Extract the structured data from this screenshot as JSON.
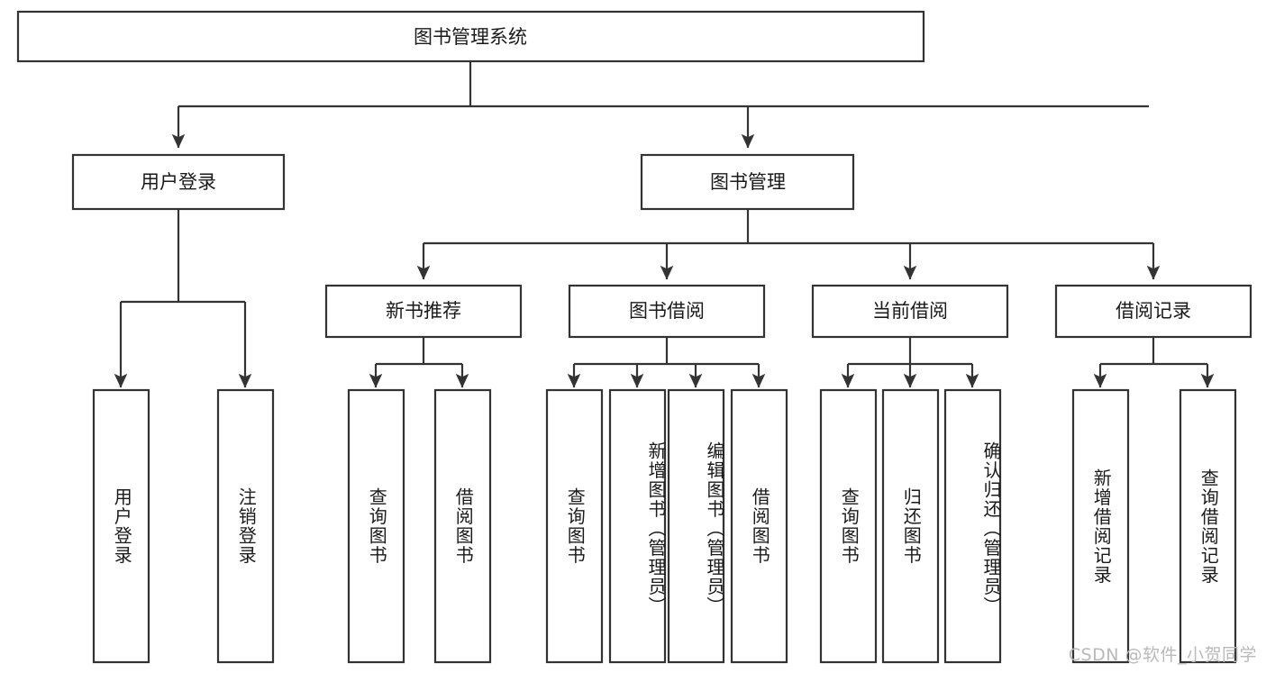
{
  "diagram": {
    "type": "tree",
    "title": "图书管理系统",
    "orientation": "top-down",
    "colors": {
      "stroke": "#333333",
      "box_fill": "#ffffff",
      "text": "#1a1a1a",
      "background": "#ffffff",
      "watermark": "#b9b9b9"
    },
    "root": {
      "label": "图书管理系统"
    },
    "level2": [
      {
        "label": "用户登录"
      },
      {
        "label": "图书管理"
      }
    ],
    "level3": [
      {
        "label": "新书推荐"
      },
      {
        "label": "图书借阅"
      },
      {
        "label": "当前借阅"
      },
      {
        "label": "借阅记录"
      }
    ],
    "leaves": {
      "user_login": [
        {
          "label": "用户登录"
        },
        {
          "label": "注销登录"
        }
      ],
      "new_book_recommend": [
        {
          "label": "查询图书"
        },
        {
          "label": "借阅图书"
        }
      ],
      "book_borrow": [
        {
          "label": "查询图书"
        },
        {
          "label": "新增图书（管理员）"
        },
        {
          "label": "编辑图书（管理员）"
        },
        {
          "label": "借阅图书"
        }
      ],
      "current_borrow": [
        {
          "label": "查询图书"
        },
        {
          "label": "归还图书"
        },
        {
          "label": "确认归还（管理员）"
        }
      ],
      "borrow_record": [
        {
          "label": "新增借阅记录"
        },
        {
          "label": "查询借阅记录"
        }
      ]
    }
  },
  "watermark": {
    "text": "CSDN @软件_小贺同学"
  }
}
